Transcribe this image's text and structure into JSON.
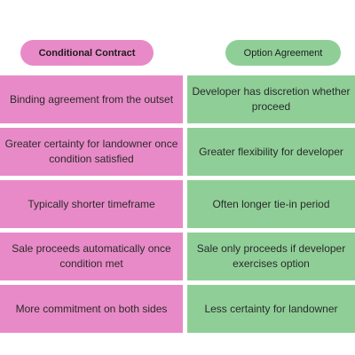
{
  "headers": {
    "left": "Conditional Contract",
    "right": "Option Agreement"
  },
  "colors": {
    "left_fill": "#e98ac8",
    "right_fill": "#8fcf97",
    "background": "#ffffff"
  },
  "rows": [
    {
      "left": [
        "Binding agreement from the outset"
      ],
      "right": [
        "Developer has discretion whether",
        "proceed"
      ]
    },
    {
      "left": [
        "Greater certainty for landowner once",
        "condition satisfied"
      ],
      "right": [
        "Greater flexibility for developer"
      ]
    },
    {
      "left": [
        "Typically shorter timeframe"
      ],
      "right": [
        "Often longer tie-in period"
      ]
    },
    {
      "left": [
        "Sale proceeds automatically once",
        "condition met"
      ],
      "right": [
        "Sale only proceeds if developer",
        "exercises option"
      ]
    },
    {
      "left": [
        "More commitment on both sides"
      ],
      "right": [
        "Less certainty for landowner"
      ]
    }
  ]
}
